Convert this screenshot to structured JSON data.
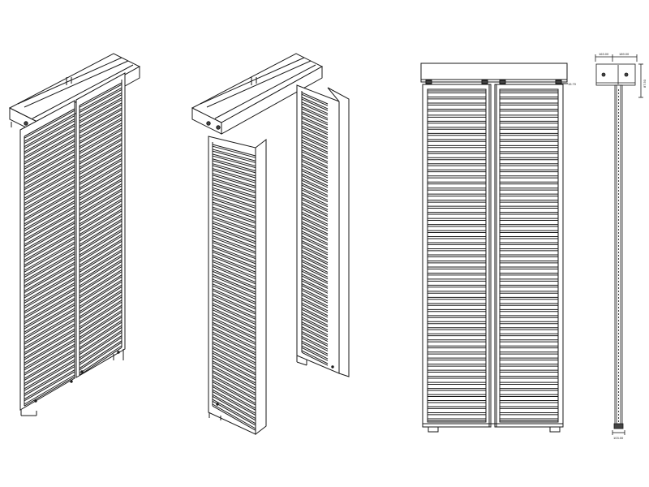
{
  "drawing": {
    "views": [
      {
        "name": "isometric closed"
      },
      {
        "name": "isometric open"
      },
      {
        "name": "front elevation"
      },
      {
        "name": "side section"
      }
    ],
    "dimensions": {
      "side_top_left": "163.00",
      "side_top_right": "189.00",
      "side_right_vertical": "87.50",
      "side_bottom": "103.00",
      "front_right_small": "15.70"
    },
    "colors": {
      "line": "#1a1a1a",
      "background": "#ffffff"
    }
  }
}
